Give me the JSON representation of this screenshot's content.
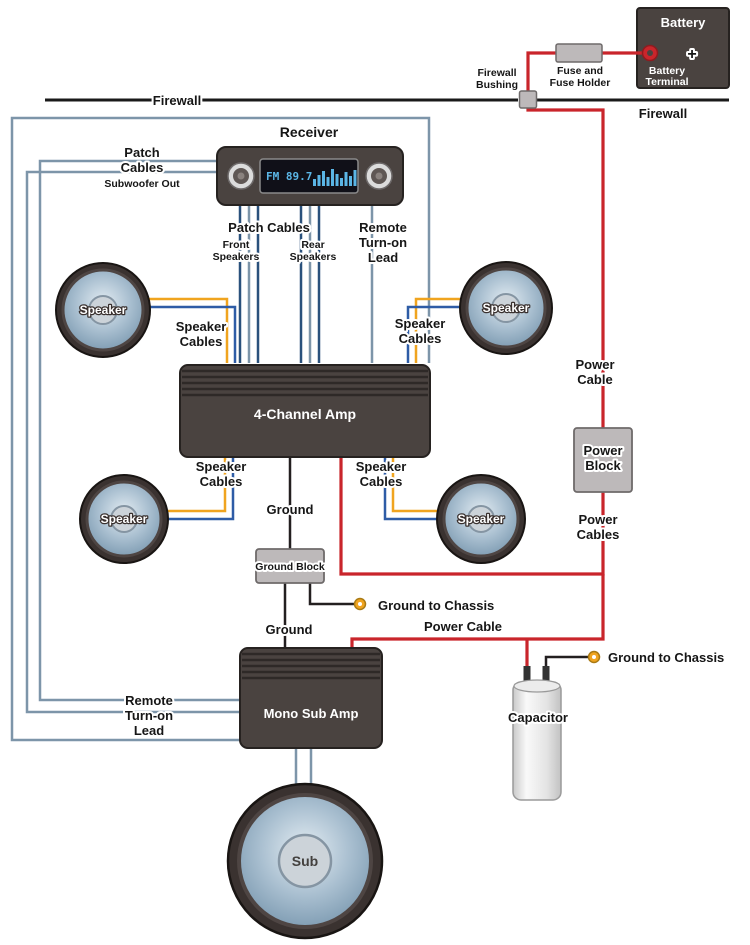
{
  "colors": {
    "power_cable": "#c9252b",
    "ground_wire": "#231f20",
    "speaker_wire_a": "#f0a41f",
    "speaker_wire_b": "#2e5ca6",
    "patch_wire": "#7d95a9",
    "patch_wire_dark": "#2a517c",
    "component_body": "#4a4340",
    "block_fill": "#bdb9ba",
    "display_text": "#5bb6e6"
  },
  "battery": {
    "title": "Battery",
    "terminal": [
      "Battery",
      "Terminal"
    ],
    "plus": "+"
  },
  "fuse": [
    "Fuse and",
    "Fuse Holder"
  ],
  "bushing": [
    "Firewall",
    "Bushing"
  ],
  "firewall": "Firewall",
  "receiver": {
    "title": "Receiver",
    "display": "FM 89.7"
  },
  "patch_left": [
    "Patch",
    "Cables",
    "Subwoofer Out"
  ],
  "patch_center": {
    "title": "Patch Cables",
    "front": [
      "Front",
      "Speakers"
    ],
    "rear": [
      "Rear",
      "Speakers"
    ]
  },
  "remote_lead": [
    "Remote",
    "Turn-on",
    "Lead"
  ],
  "speaker_label": "Speaker",
  "speaker_cables": [
    "Speaker",
    "Cables"
  ],
  "amp_4ch": "4-Channel Amp",
  "power_cable": [
    "Power",
    "Cable"
  ],
  "power_cable_single": "Power Cable",
  "power_block": [
    "Power",
    "Block"
  ],
  "power_cables": [
    "Power",
    "Cables"
  ],
  "ground": "Ground",
  "ground_block": "Ground Block",
  "ground_to_chassis": "Ground to Chassis",
  "mono_amp": "Mono Sub Amp",
  "capacitor": "Capacitor",
  "sub_label": "Sub"
}
